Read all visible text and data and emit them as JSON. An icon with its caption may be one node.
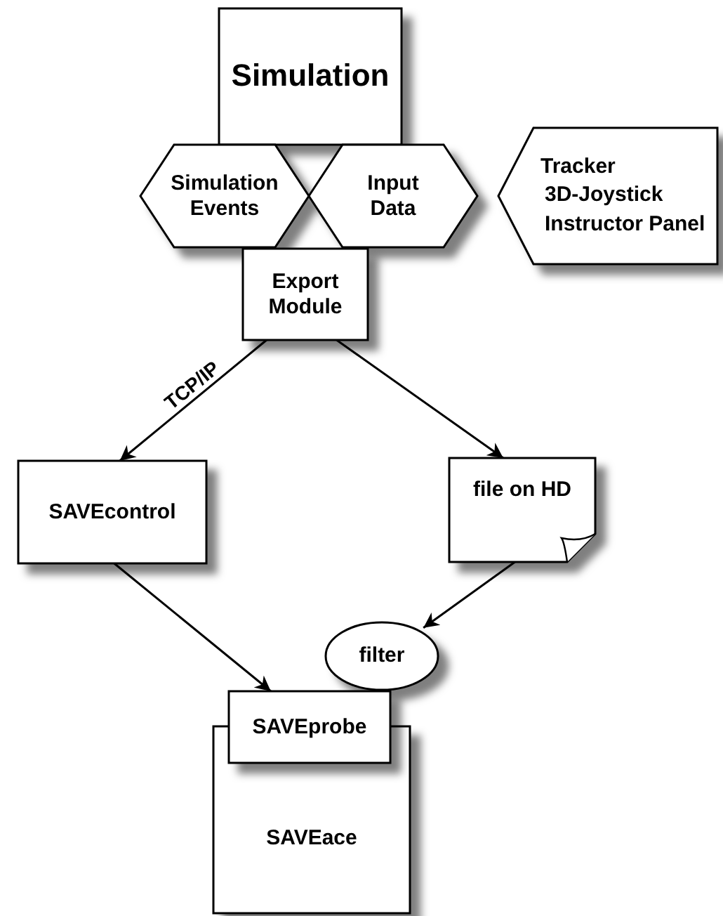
{
  "diagram": {
    "nodes": [
      {
        "text": [
          "Simulation"
        ]
      },
      {
        "text": [
          "Simulation Events"
        ]
      },
      {
        "text": [
          "Input Data"
        ]
      },
      {
        "text": [
          "Tracker",
          "3D-Joystick",
          "Instructor Panel"
        ]
      },
      {
        "text": [
          "Export Module"
        ]
      },
      {
        "text": [
          "SAVEcontrol"
        ]
      },
      {
        "text": [
          "file on HD"
        ]
      },
      {
        "text": [
          "filter"
        ]
      },
      {
        "text": [
          "SAVEprobe"
        ]
      },
      {
        "text": [
          "SAVEace"
        ]
      }
    ],
    "edges": [
      {
        "from": 4,
        "to": 5,
        "arrow": "to",
        "label": "TCP/IP"
      },
      {
        "from": 4,
        "to": 6,
        "arrow": "to"
      },
      {
        "from": 5,
        "to": 8,
        "arrow": "to"
      },
      {
        "from": 6,
        "to": 7,
        "arrow": "to"
      }
    ]
  }
}
